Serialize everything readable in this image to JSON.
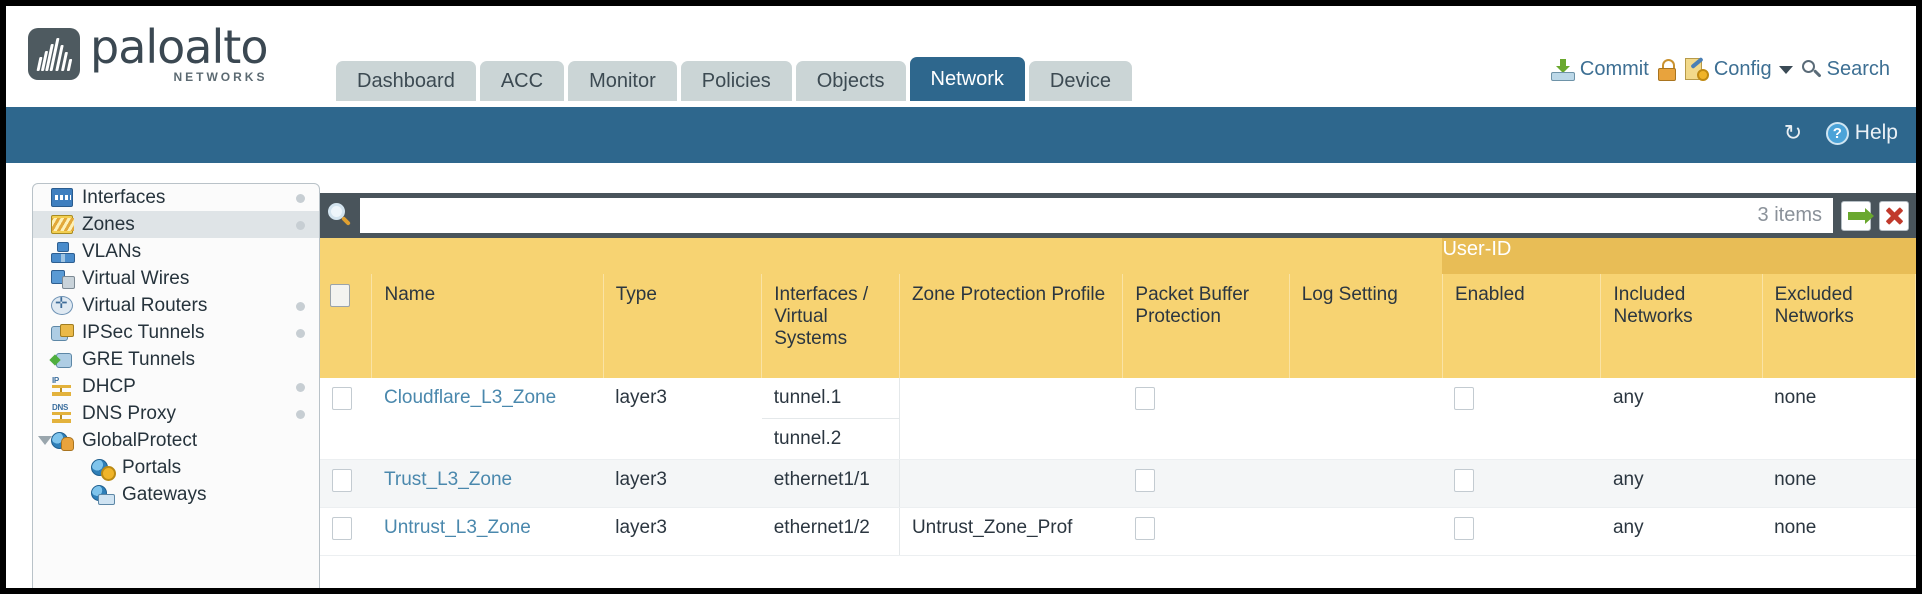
{
  "brand": {
    "name": "paloalto",
    "tagline": "NETWORKS"
  },
  "tabs": [
    {
      "label": "Dashboard",
      "active": false
    },
    {
      "label": "ACC",
      "active": false
    },
    {
      "label": "Monitor",
      "active": false
    },
    {
      "label": "Policies",
      "active": false
    },
    {
      "label": "Objects",
      "active": false
    },
    {
      "label": "Network",
      "active": true
    },
    {
      "label": "Device",
      "active": false
    }
  ],
  "utils": {
    "commit": "Commit",
    "config": "Config",
    "search": "Search"
  },
  "band": {
    "help": "Help"
  },
  "sidebar": {
    "items": [
      {
        "label": "Interfaces",
        "icon": "interfaces-icon",
        "selected": false,
        "dot": true,
        "child": false,
        "twisty": false
      },
      {
        "label": "Zones",
        "icon": "zones-icon",
        "selected": true,
        "dot": true,
        "child": false,
        "twisty": false
      },
      {
        "label": "VLANs",
        "icon": "vlans-icon",
        "selected": false,
        "dot": false,
        "child": false,
        "twisty": false
      },
      {
        "label": "Virtual Wires",
        "icon": "virtual-wires-icon",
        "selected": false,
        "dot": false,
        "child": false,
        "twisty": false
      },
      {
        "label": "Virtual Routers",
        "icon": "virtual-routers-icon",
        "selected": false,
        "dot": true,
        "child": false,
        "twisty": false
      },
      {
        "label": "IPSec Tunnels",
        "icon": "ipsec-tunnels-icon",
        "selected": false,
        "dot": true,
        "child": false,
        "twisty": false
      },
      {
        "label": "GRE Tunnels",
        "icon": "gre-tunnels-icon",
        "selected": false,
        "dot": false,
        "child": false,
        "twisty": false
      },
      {
        "label": "DHCP",
        "icon": "dhcp-icon",
        "selected": false,
        "dot": true,
        "child": false,
        "twisty": false
      },
      {
        "label": "DNS Proxy",
        "icon": "dns-proxy-icon",
        "selected": false,
        "dot": true,
        "child": false,
        "twisty": false
      },
      {
        "label": "GlobalProtect",
        "icon": "globalprotect-icon",
        "selected": false,
        "dot": false,
        "child": false,
        "twisty": true
      },
      {
        "label": "Portals",
        "icon": "portals-icon",
        "selected": false,
        "dot": false,
        "child": true,
        "twisty": false
      },
      {
        "label": "Gateways",
        "icon": "gateways-icon",
        "selected": false,
        "dot": false,
        "child": true,
        "twisty": false
      }
    ]
  },
  "search": {
    "value": "",
    "items_count": "3 items"
  },
  "table": {
    "group_header": "User-ID",
    "columns": [
      "Name",
      "Type",
      "Interfaces / Virtual Systems",
      "Zone Protection Profile",
      "Packet Buffer Protection",
      "Log Setting",
      "Enabled",
      "Included Networks",
      "Excluded Networks"
    ],
    "rows": [
      {
        "name": "Cloudflare_L3_Zone",
        "type": "layer3",
        "interfaces": [
          "tunnel.1",
          "tunnel.2"
        ],
        "zone_protection_profile": "",
        "packet_buffer_protection": false,
        "log_setting": "",
        "userid_enabled": false,
        "included_networks": "any",
        "excluded_networks": "none"
      },
      {
        "name": "Trust_L3_Zone",
        "type": "layer3",
        "interfaces": [
          "ethernet1/1"
        ],
        "zone_protection_profile": "",
        "packet_buffer_protection": false,
        "log_setting": "",
        "userid_enabled": false,
        "included_networks": "any",
        "excluded_networks": "none"
      },
      {
        "name": "Untrust_L3_Zone",
        "type": "layer3",
        "interfaces": [
          "ethernet1/2"
        ],
        "zone_protection_profile": "Untrust_Zone_Prof",
        "packet_buffer_protection": false,
        "log_setting": "",
        "userid_enabled": false,
        "included_networks": "any",
        "excluded_networks": "none"
      }
    ]
  },
  "colors": {
    "brand_blue": "#2e678d",
    "header_yellow": "#f7d372",
    "group_yellow": "#e8bd56",
    "link_blue": "#4a88ad",
    "panel_dark": "#49545b"
  }
}
